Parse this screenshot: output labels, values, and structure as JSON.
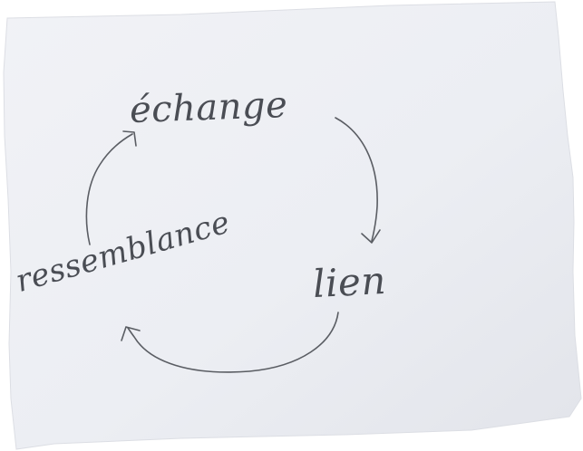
{
  "diagram": {
    "nodes": [
      {
        "id": "echange",
        "label": "échange"
      },
      {
        "id": "lien",
        "label": "lien"
      },
      {
        "id": "ressemblance",
        "label": "ressemblance"
      }
    ],
    "edges": [
      {
        "from": "echange",
        "to": "lien"
      },
      {
        "from": "lien",
        "to": "ressemblance"
      },
      {
        "from": "ressemblance",
        "to": "echange"
      }
    ]
  },
  "colors": {
    "background": "#ffffff",
    "paper": "#eceef3",
    "ink": "#4a4d54"
  }
}
